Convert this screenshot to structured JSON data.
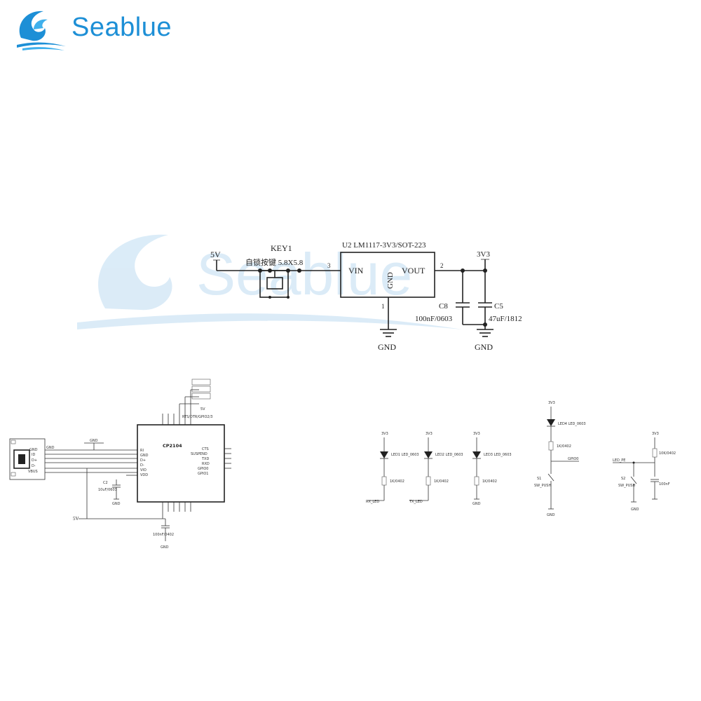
{
  "logo": {
    "brand": "Seablue",
    "color": "#1d8fd6"
  },
  "watermark": {
    "text": "Seablue"
  },
  "regulator": {
    "power_in": "5V",
    "key_ref": "KEY1",
    "key_value": "自锁按键 5.8X5.8",
    "u2_label": "U2  LM1117-3V3/SOT-223",
    "vin": "VIN",
    "vout": "VOUT",
    "gnd_pin": "GND",
    "pin_in": "3",
    "pin_out": "2",
    "pin_gnd": "1",
    "rail_out": "3V3",
    "c8_ref": "C8",
    "c8_val": "100nF/0603",
    "c5_ref": "C5",
    "c5_val": "47uF/1812",
    "gnd_a": "GND",
    "gnd_b": "GND"
  },
  "usb_section": {
    "ic_name": "CP2104",
    "net_5v": "5V",
    "usb_pins": [
      "GND",
      "VBUS",
      "ID",
      "D+",
      "D-"
    ]
  },
  "led_section": {
    "chain_labels": [
      "RX_LED",
      "TX_LED",
      "",
      "",
      "LED_PE"
    ]
  },
  "colors": {
    "ink": "#222222",
    "watermark": "#7fb9e6"
  }
}
